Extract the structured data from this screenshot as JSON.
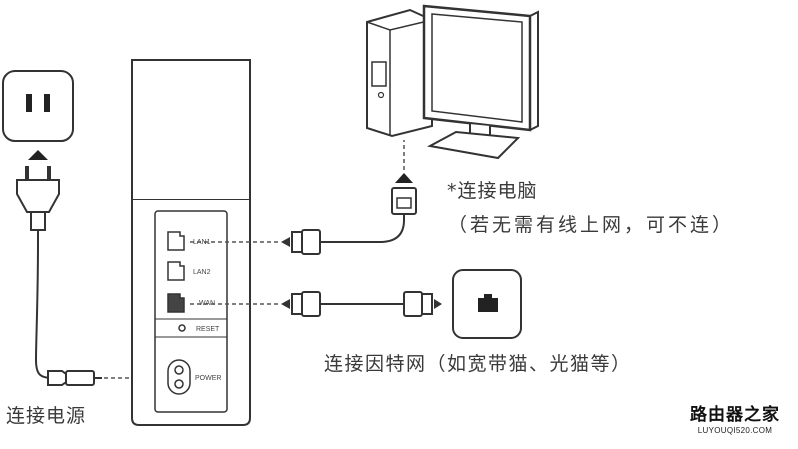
{
  "labels": {
    "power": "连接电源",
    "computer": "*连接电脑",
    "computer_note": "（若无需有线上网，可不连）",
    "internet": "连接因特网（如宽带猫、光猫等）"
  },
  "ports": {
    "lan1": "LAN1",
    "lan2": "LAN2",
    "wan": "WAN",
    "reset": "RESET",
    "power": "POWER"
  },
  "brand": {
    "name": "路由器之家",
    "url": "LUYOUQI520.COM"
  },
  "colors": {
    "stroke": "#333333",
    "dashed": "#555555"
  }
}
